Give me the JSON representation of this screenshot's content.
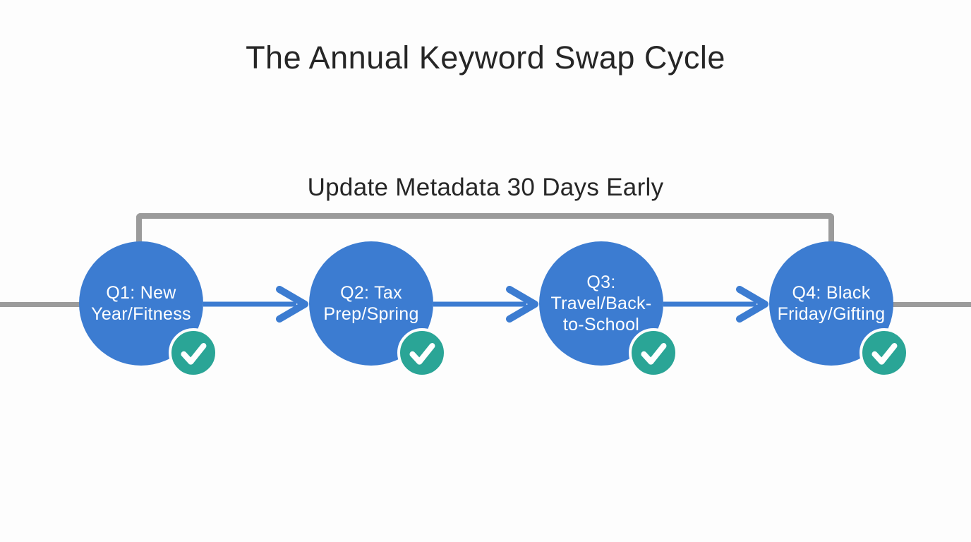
{
  "title": "The Annual Keyword Swap Cycle",
  "bracket": {
    "label": "Update Metadata 30 Days Early"
  },
  "colors": {
    "node_blue": "#3c7cd1",
    "arrow_blue": "#3c7cd1",
    "check_teal": "#2aa596",
    "line_gray": "#9b9b9b",
    "heading_text": "#262626",
    "node_text": "#ffffff",
    "background": "#fdfdfd"
  },
  "nodes": [
    {
      "label": "Q1: New Year/Fitness",
      "lines": [
        "Q1: New",
        "Year/Fitness"
      ],
      "badge_icon": "checkmark"
    },
    {
      "label": "Q2: Tax Prep/Spring",
      "lines": [
        "Q2: Tax",
        "Prep/Spring"
      ],
      "badge_icon": "checkmark"
    },
    {
      "label": "Q3: Travel/Back-to-School",
      "lines": [
        "Q3:",
        "Travel/Back-",
        "to-School"
      ],
      "badge_icon": "checkmark"
    },
    {
      "label": "Q4: Black Friday/Gifting",
      "lines": [
        "Q4: Black",
        "Friday/Gifting"
      ],
      "badge_icon": "checkmark"
    }
  ]
}
